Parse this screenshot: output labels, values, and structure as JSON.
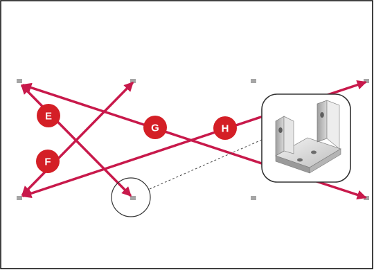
{
  "labels": {
    "E": "E",
    "F": "F",
    "G": "G",
    "H": "H"
  },
  "colors": {
    "arrow": "#c8194b",
    "badge": "#d41f26",
    "handle": "#a6a6a6"
  },
  "callout": {
    "icon": "u-bracket-icon"
  }
}
